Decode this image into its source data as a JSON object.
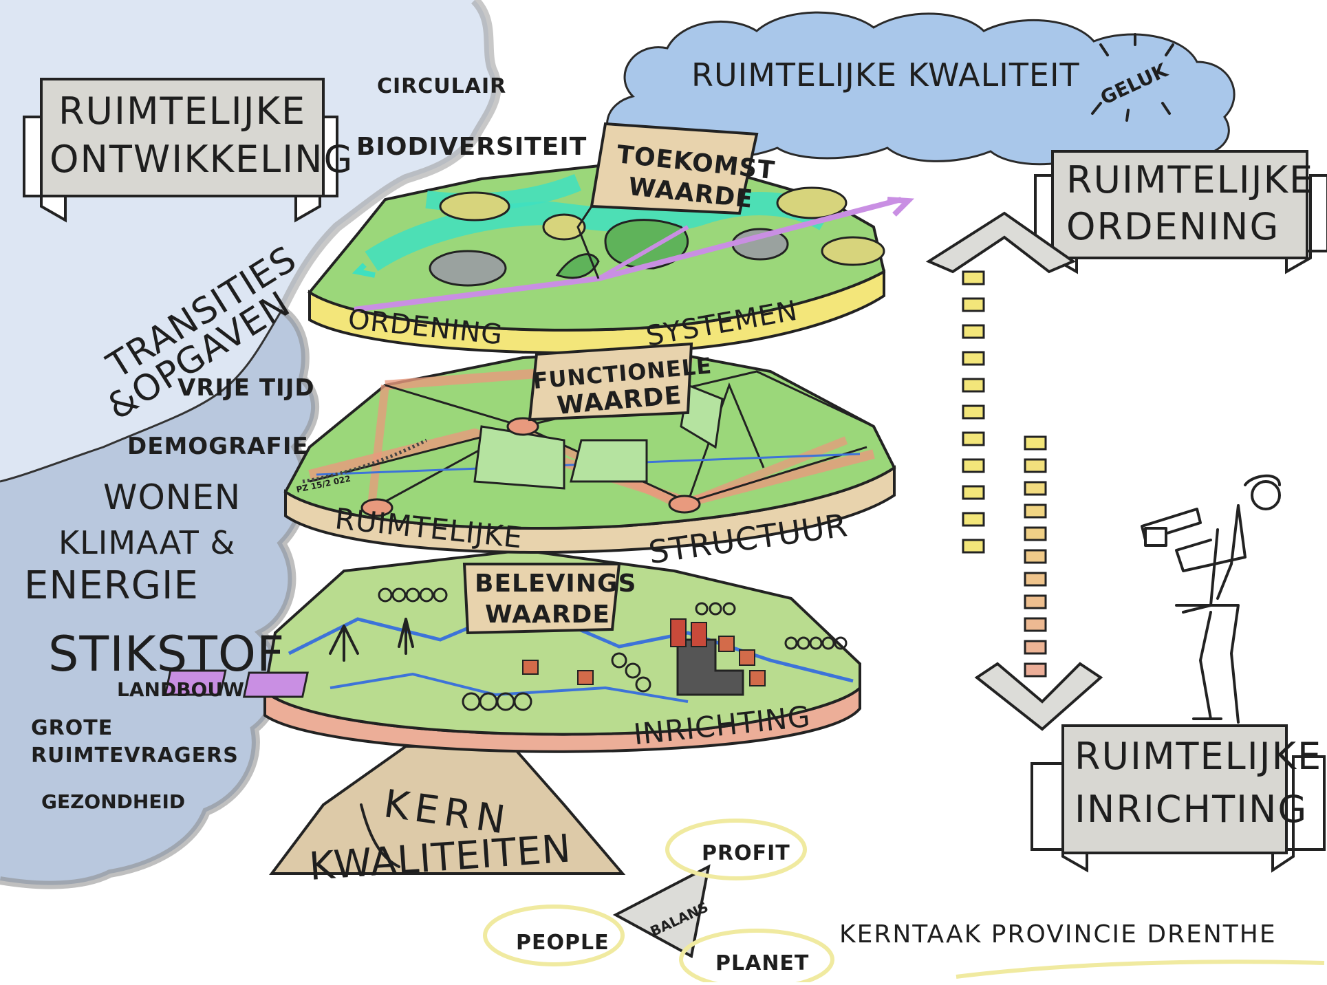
{
  "colors": {
    "cloud_light": "#dde6f3",
    "cloud_dark": "#b9c8de",
    "sky_cloud": "#a9c7ea",
    "banner": "#d8d7d2",
    "yellow_band": "#f3e67a",
    "tan_band": "#e8d3ad",
    "salmon_band": "#ecae98",
    "green": "#9bd77a",
    "teal": "#3fe0c0",
    "purple": "#c98fe3",
    "tan_cone": "#ddcaa8",
    "highlight": "#f0eaa0"
  },
  "banners": {
    "ontwikkeling": [
      "RUIMTELIJKE",
      "ONTWIKKELING"
    ],
    "ordening": [
      "RUIMTELIJKE",
      "ORDENING"
    ],
    "inrichting": [
      "RUIMTELIJKE",
      "INRICHTING"
    ]
  },
  "sky": {
    "title": "RUIMTELIJKE KWALITEIT",
    "geluk": "GELUK"
  },
  "left_topics": {
    "circulair": "CIRCULAIR",
    "biodiversiteit": "BIODIVERSITEIT",
    "transities_1": "TRANSITIES",
    "transities_2": "&OPGAVEN",
    "vrije_tijd": "VRIJE TIJD",
    "demografie": "DEMOGRAFIE",
    "wonen": "WONEN",
    "klimaat_1": "KLIMAAT &",
    "klimaat_2": "ENERGIE",
    "stikstof": "STIKSTOF",
    "landbouw": "LANDBOUW",
    "grote_1": "GROTE",
    "grote_2": "RUIMTEVRAGERS",
    "gezondheid": "GEZONDHEID"
  },
  "layers": {
    "top_value": [
      "TOEKOMST",
      "WAARDE"
    ],
    "top_band_left": "ORDENING",
    "top_band_right": "SYSTEMEN",
    "mid_value": [
      "FUNCTIONELE",
      "WAARDE"
    ],
    "mid_band_left": "RUIMTELIJKE",
    "mid_band_right": "STRUCTUUR",
    "bottom_value": [
      "BELEVINGS",
      "WAARDE"
    ],
    "bottom_band": "INRICHTING",
    "core": [
      "KERN",
      "KWALITEITEN"
    ]
  },
  "signature": "PZ 15/2 022",
  "balance": {
    "profit": "PROFIT",
    "people": "PEOPLE",
    "planet": "PLANET",
    "balans": "BALANS"
  },
  "footer": "KERNTAAK   PROVINCIE  DRENTHE"
}
